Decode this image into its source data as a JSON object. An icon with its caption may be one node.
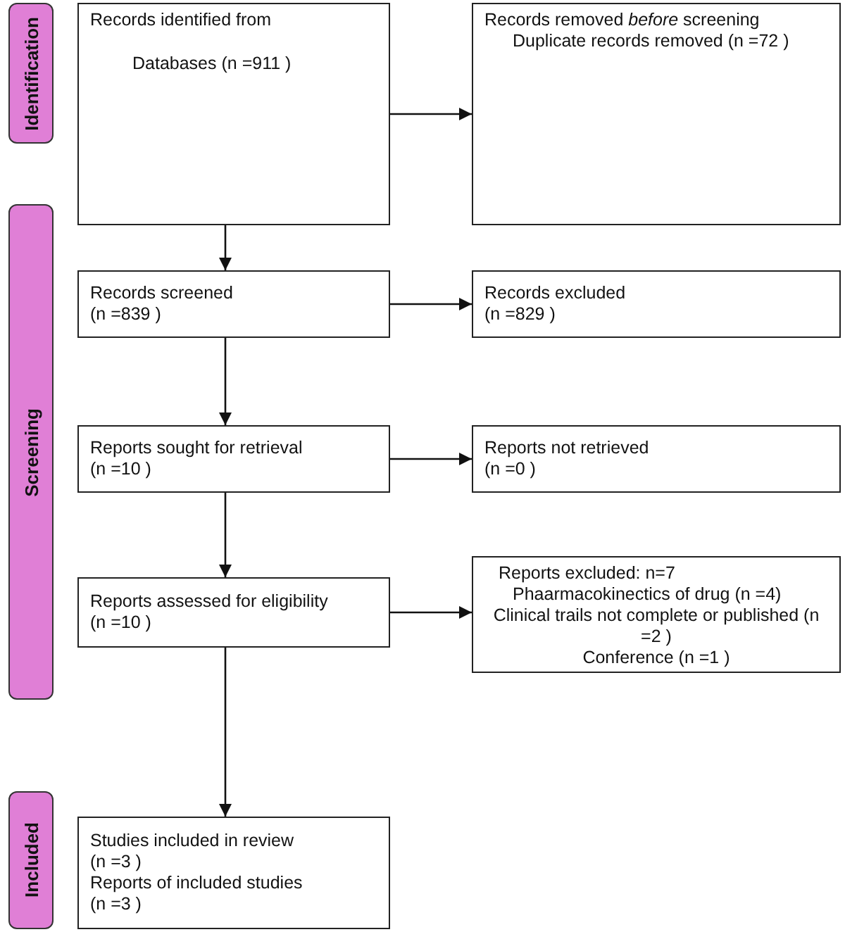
{
  "diagram": {
    "nodes": [
      {
        "text": [
          "Identification"
        ]
      },
      {
        "text": [
          "Screening"
        ]
      },
      {
        "text": [
          "Included"
        ]
      },
      {
        "text": [
          "Records identified from",
          "Databases (n =911 )"
        ]
      },
      {
        "text": [
          "Records removed *before* screening",
          "Duplicate records removed (n =72 )"
        ]
      },
      {
        "text": [
          "Records screened",
          "(n =839 )"
        ]
      },
      {
        "text": [
          "Records excluded",
          "(n =829 )"
        ]
      },
      {
        "text": [
          "Reports sought for retrieval",
          "(n =10 )"
        ]
      },
      {
        "text": [
          "Reports not retrieved",
          "(n =0 )"
        ]
      },
      {
        "text": [
          "Reports assessed for eligibility",
          "(n =10 )"
        ]
      },
      {
        "text": [
          "Reports excluded: n=7",
          "Phaarmacokinectics of drug (n =4)",
          "Clinical trails not complete or published (n =2 )",
          "Conference (n =1 )"
        ]
      },
      {
        "text": [
          "Studies included in review",
          "(n =3 )",
          "Reports of included studies",
          "(n =3 )"
        ]
      }
    ],
    "edges": [
      {
        "from": 3,
        "to": 4,
        "arrow": "to"
      },
      {
        "from": 3,
        "to": 5,
        "arrow": "to"
      },
      {
        "from": 5,
        "to": 6,
        "arrow": "to"
      },
      {
        "from": 5,
        "to": 7,
        "arrow": "to"
      },
      {
        "from": 7,
        "to": 8,
        "arrow": "to"
      },
      {
        "from": 7,
        "to": 9,
        "arrow": "to"
      },
      {
        "from": 9,
        "to": 10,
        "arrow": "to"
      },
      {
        "from": 9,
        "to": 11,
        "arrow": "to"
      }
    ]
  }
}
